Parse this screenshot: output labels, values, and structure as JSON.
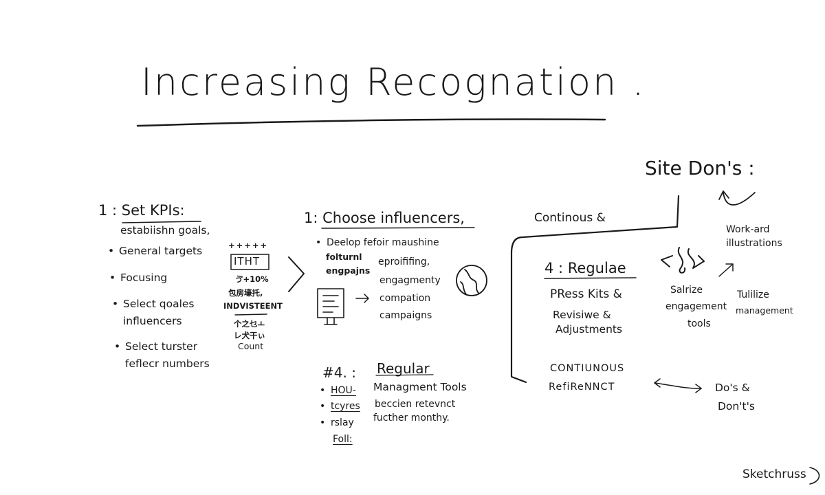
{
  "title": "Increasing Recognation .",
  "site_dons": "Site Don's :",
  "col1": {
    "heading": "1 : Set KPIs:",
    "subheading": "estabiishn goals,",
    "items": [
      "General targets",
      "Focusing",
      "Select qoales",
      "influencers",
      "Select turster",
      "feflecr numbers"
    ],
    "panel": {
      "stars": "+ + + + +",
      "boxed": "ITHT",
      "pct": "ゔ+10%",
      "cjk": "包房壕托,",
      "indv": "INDVISTEENT",
      "sym1": "个之乜ㅗ",
      "sym2": "レ犬干ぃ",
      "count": "Count"
    }
  },
  "col2": {
    "heading": "1: Choose influencers,",
    "lines": [
      "Deelop fefoir maushine",
      "folturnl",
      "engpajns",
      "eproififing,",
      "engagmenty",
      "compation",
      "campaigns"
    ],
    "section4": {
      "heading": "#4. :",
      "title_a": "Regular",
      "title_b": "Managment Tools",
      "l1": "HOU-",
      "l2": "tcyres",
      "l3": "rslay",
      "l4": "Foll:",
      "r1": "beccien retevnct",
      "r2": "fucther monthy."
    }
  },
  "col3": {
    "top": "Continous &",
    "heading": "4 : Regulae",
    "l1": "PRess Kits &",
    "l2": "Revisiwe &",
    "l3": "Adjustments",
    "c1": "CONTIUNOUS",
    "c2": "RefiReNNCT"
  },
  "col4": {
    "work_1": "Work-ard",
    "work_2": "illustrations",
    "s1": "Salrize",
    "s2": "engagement",
    "s3": "tools",
    "u1": "Tulilize",
    "u2": "management",
    "d1": "Do's &",
    "d2": "Don't's"
  },
  "signature": "Sketchruss"
}
